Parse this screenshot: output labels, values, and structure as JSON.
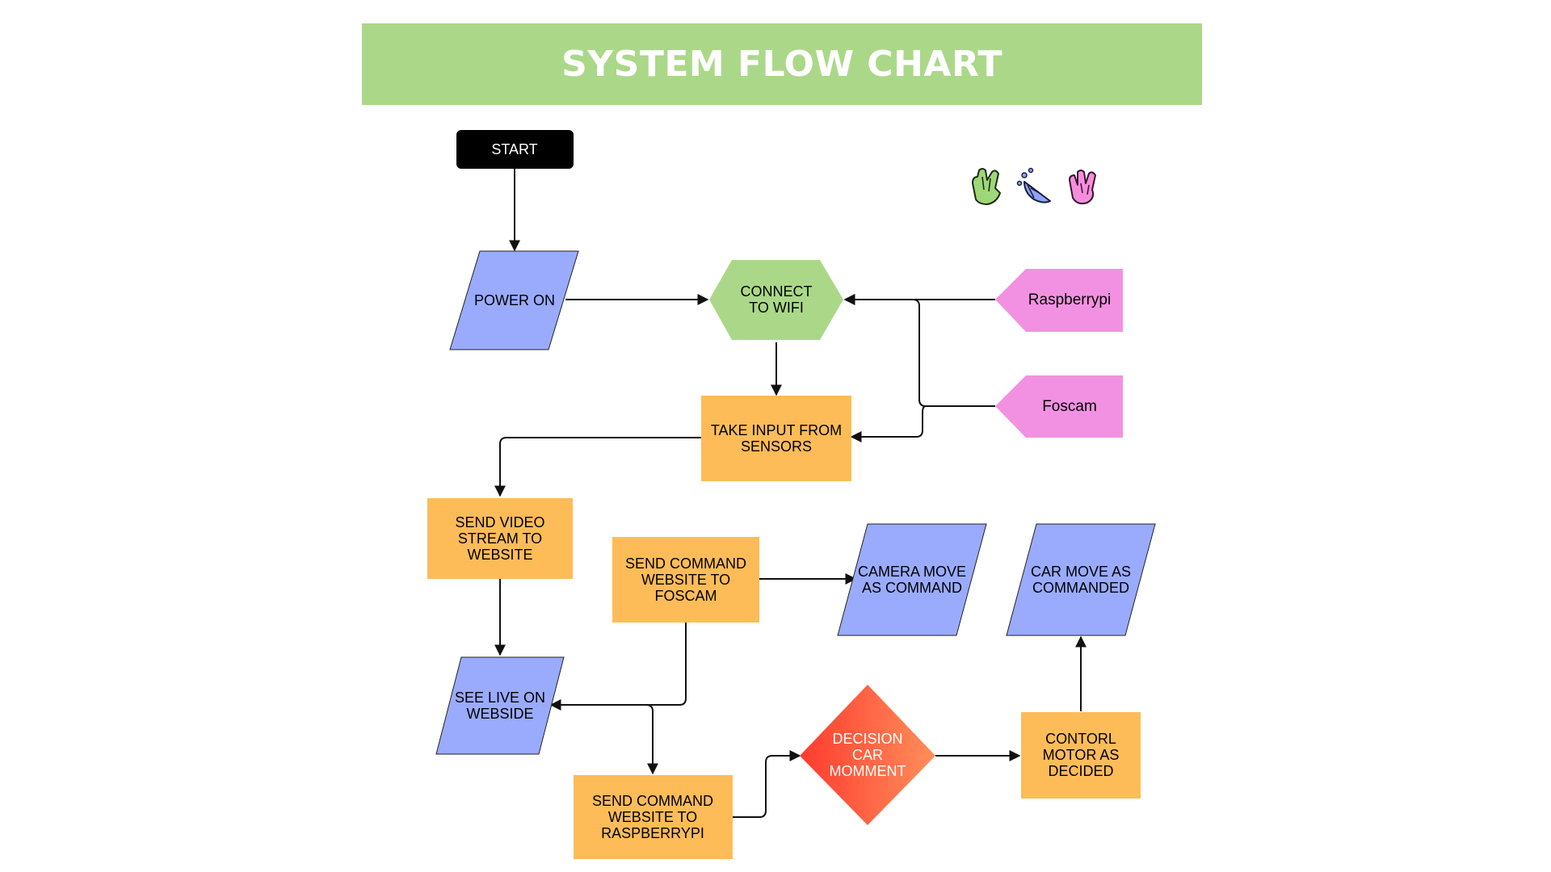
{
  "title": "SYSTEM FLOW CHART",
  "colors": {
    "title_bg": "#abd888",
    "io": "#9aabfd",
    "process": "#fdbc58",
    "prep": "#abd888",
    "source": "#f291e1",
    "terminal": "#000000",
    "decision_start": "#ff3b2f",
    "decision_end": "#ff8f5a"
  },
  "icons": [
    "high-five-hands-icon",
    "party-popper-icon",
    "waving-hand-icon"
  ],
  "nodes": {
    "start": {
      "lines": [
        "START"
      ]
    },
    "power_on": {
      "lines": [
        "POWER ON"
      ]
    },
    "connect_wifi": {
      "lines": [
        "CONNECT",
        "TO WIFI"
      ]
    },
    "raspberrypi": {
      "lines": [
        "Raspberrypi"
      ]
    },
    "foscam": {
      "lines": [
        "Foscam"
      ]
    },
    "take_input": {
      "lines": [
        "TAKE INPUT FROM",
        "SENSORS"
      ]
    },
    "send_video": {
      "lines": [
        "SEND VIDEO",
        "STREAM TO",
        "WEBSITE"
      ]
    },
    "send_cmd_foscam": {
      "lines": [
        "SEND COMMAND",
        "WEBSITE TO",
        "FOSCAM"
      ]
    },
    "camera_move": {
      "lines": [
        "CAMERA MOVE",
        "AS COMMAND"
      ]
    },
    "car_move": {
      "lines": [
        "CAR MOVE AS",
        "COMMANDED"
      ]
    },
    "see_live": {
      "lines": [
        "SEE LIVE ON",
        "WEBSIDE"
      ]
    },
    "decision": {
      "lines": [
        "DECISION",
        "CAR",
        "MOMMENT"
      ]
    },
    "control_motor": {
      "lines": [
        "CONTORL",
        "MOTOR AS",
        "DECIDED"
      ]
    },
    "send_cmd_rpi": {
      "lines": [
        "SEND COMMAND",
        "WEBSITE TO",
        "RASPBERRYPI"
      ]
    }
  }
}
